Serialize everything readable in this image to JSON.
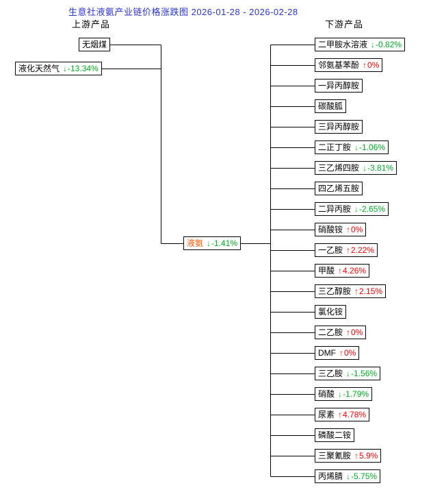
{
  "title": "生意社液氨产业链价格涨跌图 2026-01-28 - 2026-02-28",
  "labels": {
    "upstream": "上游产品",
    "downstream": "下游产品"
  },
  "colors": {
    "title_blue": "#2935cc",
    "up_red": "#ff0000",
    "down_green": "#00aa22",
    "center_name": "#ff5500",
    "box_border": "#000000"
  },
  "center": {
    "name": "液氨",
    "arrow": "↓",
    "change": "-1.41%",
    "direction": "down"
  },
  "upstream": [
    {
      "name": "无烟煤",
      "arrow": "",
      "change": "",
      "direction": "none"
    },
    {
      "name": "液化天然气",
      "arrow": "↓",
      "change": "-13.34%",
      "direction": "down"
    }
  ],
  "downstream": [
    {
      "name": "二甲胺水溶液",
      "arrow": "↓",
      "change": "-0.82%",
      "direction": "down"
    },
    {
      "name": "邻氨基苯酚",
      "arrow": "↑",
      "change": "0%",
      "direction": "up"
    },
    {
      "name": "一异丙醇胺",
      "arrow": "",
      "change": "",
      "direction": "none"
    },
    {
      "name": "碳酸胍",
      "arrow": "",
      "change": "",
      "direction": "none"
    },
    {
      "name": "三异丙醇胺",
      "arrow": "",
      "change": "",
      "direction": "none"
    },
    {
      "name": "二正丁胺",
      "arrow": "↓",
      "change": "-1.06%",
      "direction": "down"
    },
    {
      "name": "三乙烯四胺",
      "arrow": "↓",
      "change": "-3.81%",
      "direction": "down"
    },
    {
      "name": "四乙烯五胺",
      "arrow": "",
      "change": "",
      "direction": "none"
    },
    {
      "name": "二异丙胺",
      "arrow": "↓",
      "change": "-2.65%",
      "direction": "down"
    },
    {
      "name": "硝酸铵",
      "arrow": "↑",
      "change": "0%",
      "direction": "up"
    },
    {
      "name": "一乙胺",
      "arrow": "↑",
      "change": "2.22%",
      "direction": "up"
    },
    {
      "name": "甲酸",
      "arrow": "↑",
      "change": "4.26%",
      "direction": "up"
    },
    {
      "name": "三乙醇胺",
      "arrow": "↑",
      "change": "2.15%",
      "direction": "up"
    },
    {
      "name": "氯化铵",
      "arrow": "",
      "change": "",
      "direction": "none"
    },
    {
      "name": "二乙胺",
      "arrow": "↑",
      "change": "0%",
      "direction": "up"
    },
    {
      "name": "DMF",
      "arrow": "↑",
      "change": "0%",
      "direction": "up"
    },
    {
      "name": "三乙胺",
      "arrow": "↓",
      "change": "-1.56%",
      "direction": "down"
    },
    {
      "name": "硝酸",
      "arrow": "↓",
      "change": "-1.79%",
      "direction": "down"
    },
    {
      "name": "尿素",
      "arrow": "↑",
      "change": "4.78%",
      "direction": "up"
    },
    {
      "name": "磷酸二铵",
      "arrow": "",
      "change": "",
      "direction": "none"
    },
    {
      "name": "三聚氰胺",
      "arrow": "↑",
      "change": "5.9%",
      "direction": "up"
    },
    {
      "name": "丙烯腈",
      "arrow": "↓",
      "change": "-5.75%",
      "direction": "down"
    }
  ]
}
